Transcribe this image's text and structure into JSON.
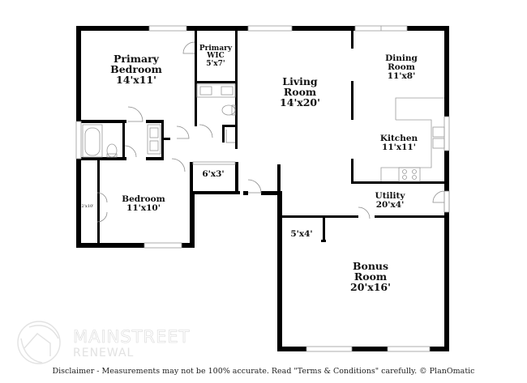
{
  "floorplan": {
    "rooms": [
      {
        "id": "primary-bedroom",
        "name": "Primary Bedroom",
        "line1": "Primary",
        "line2": "Bedroom",
        "size": "14'x11'"
      },
      {
        "id": "primary-wic",
        "name": "Primary WIC",
        "line1": "Primary",
        "line2": "WIC",
        "size": "5'x7'"
      },
      {
        "id": "living-room",
        "name": "Living Room",
        "line1": "Living",
        "line2": "Room",
        "size": "14'x20'"
      },
      {
        "id": "dining-room",
        "name": "Dining Room",
        "line1": "Dining",
        "line2": "Room",
        "size": "11'x8'"
      },
      {
        "id": "kitchen",
        "name": "Kitchen",
        "line1": "Kitchen",
        "size": "11'x11'"
      },
      {
        "id": "closet-6x3",
        "size": "6'x3'"
      },
      {
        "id": "bedroom",
        "name": "Bedroom",
        "line1": "Bedroom",
        "size": "11'x10'"
      },
      {
        "id": "closet-2x10",
        "size": "2'x10'"
      },
      {
        "id": "utility",
        "name": "Utility",
        "line1": "Utility",
        "size": "20'x4'"
      },
      {
        "id": "closet-5x4",
        "size": "5'x4'"
      },
      {
        "id": "bonus-room",
        "name": "Bonus Room",
        "line1": "Bonus",
        "line2": "Room",
        "size": "20'x16'"
      }
    ],
    "colors": {
      "wall": "#000000",
      "fixture": "#9a9a9a",
      "window": "#bdbdbd",
      "watermark": "#e0e0e0"
    }
  },
  "watermark": {
    "brand_main": "MAINSTREET",
    "brand_sub": "RENEWAL",
    "icon": "house-circle-logo-icon"
  },
  "footer": {
    "disclaimer": "Disclaimer - Measurements may not be 100% accurate. Read \"Terms & Conditions\" carefully. © PlanOmatic"
  }
}
